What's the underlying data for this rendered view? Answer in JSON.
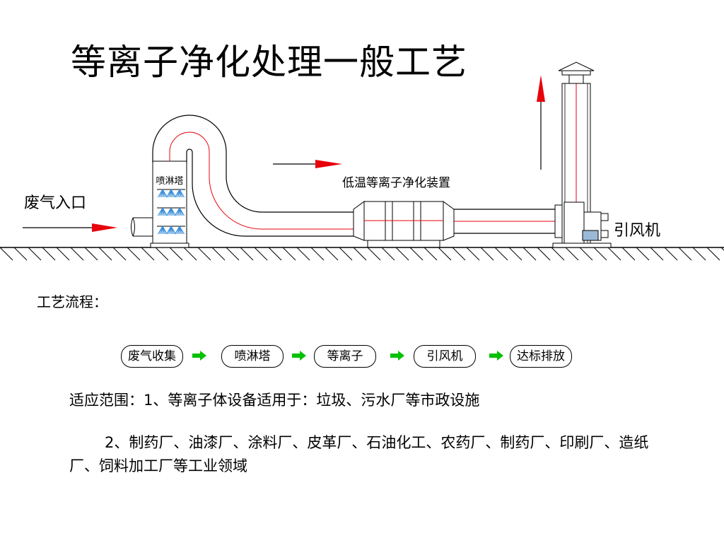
{
  "title": "等离子净化处理一般工艺",
  "diagram": {
    "inlet_label": "废气入口",
    "tower_label": "喷淋塔",
    "device_label": "低温等离子净化装置",
    "fan_label": "引风机"
  },
  "process": {
    "label": "工艺流程：",
    "steps": [
      "废气收集",
      "喷淋塔",
      "等离子",
      "引风机",
      "达标排放"
    ]
  },
  "scope": {
    "line1": "适应范围：1、等离子体设备适用于：垃圾、污水厂等市政设施",
    "line2": "2、制药厂、油漆厂、涂料厂、皮革厂、石油化工、农药厂、制药厂、印刷厂、造纸厂、饲料加工厂等工业领域"
  },
  "colors": {
    "flow_arrow": "#e8000b",
    "step_arrow": "#00c000",
    "spray": "#3b8fd9"
  }
}
